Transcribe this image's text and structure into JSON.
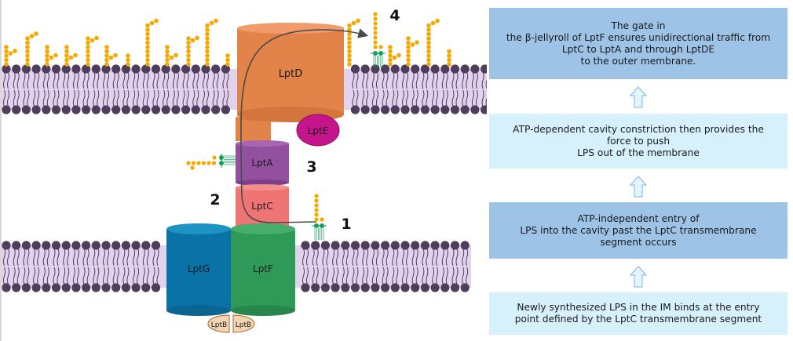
{
  "diagram": {
    "proteins": {
      "lptD": "LptD",
      "lptE": "LptE",
      "lptA": "LptA",
      "lptC": "LptC",
      "lptG": "LptG",
      "lptF": "LptF",
      "lptB_left": "LptB",
      "lptB_right": "LptB"
    },
    "step_numbers": [
      "1",
      "2",
      "3",
      "4"
    ],
    "colors": {
      "membrane_fill": "#e2d2ee",
      "lipid_head": "#4f3d5c",
      "lps_sugar": "#f5a800",
      "lps_core": "#16a05a",
      "lptD": "#e2844a",
      "lptE": "#c5148c",
      "lptA": "#93509e",
      "lptC": "#ef7575",
      "lptG": "#0a72a6",
      "lptF": "#2f9a58",
      "lptB": "#f3d5b2"
    }
  },
  "steps": [
    {
      "text": "The gate in\nthe β-jellyroll of LptF ensures unidirectional traffic from\nLptC to LptA and through LptDE\nto the outer membrane.",
      "style": "dark"
    },
    {
      "text": "ATP-dependent cavity constriction then provides the\nforce to push\nLPS out of the membrane",
      "style": "light"
    },
    {
      "text": "ATP-independent entry of\nLPS into the cavity past the LptC transmembrane\nsegment occurs",
      "style": "dark"
    },
    {
      "text": "Newly synthesized LPS in the IM binds at the entry\npoint defined by the LptC transmembrane segment",
      "style": "light"
    }
  ]
}
